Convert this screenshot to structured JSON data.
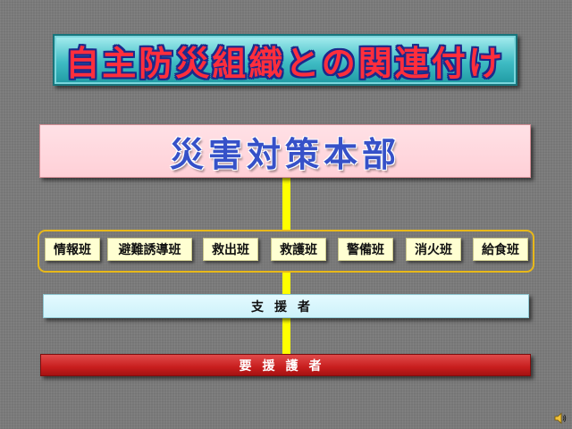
{
  "title": "自主防災組織との関連付け",
  "headquarters": "災害対策本部",
  "teams": [
    "情報班",
    "避難誘導班",
    "救出班",
    "救護班",
    "警備班",
    "消火班",
    "給食班"
  ],
  "supporters": "支援者",
  "care_needers": "要援護者",
  "icons": {
    "sound": "speaker-icon"
  },
  "colors": {
    "title_bg": "#3fbcc4",
    "title_text": "#ff2e3c",
    "hq_bg": "#ffd0d7",
    "hq_text": "#3651c8",
    "connector": "#ffff00",
    "team_border": "#e8b81a",
    "team_bg": "#ffffd2",
    "support_bg": "#cdf2fa",
    "need_bg": "#c81e1e"
  }
}
